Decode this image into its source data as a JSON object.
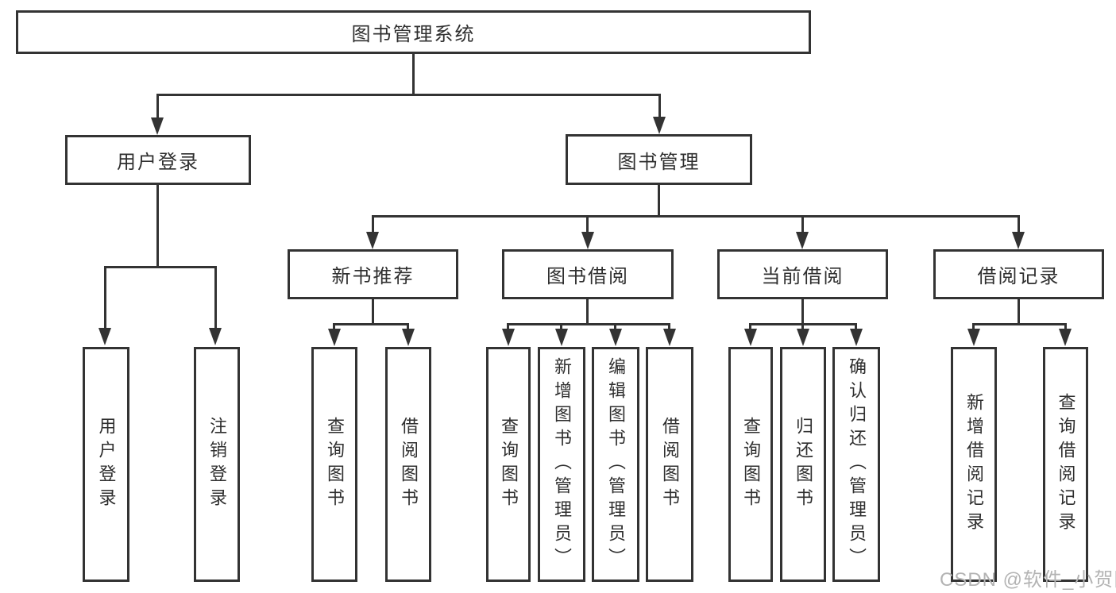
{
  "root_label": "图书管理系统",
  "level2": [
    {
      "label": "用户登录"
    },
    {
      "label": "图书管理"
    }
  ],
  "level3": [
    {
      "label": "新书推荐"
    },
    {
      "label": "图书借阅"
    },
    {
      "label": "当前借阅"
    },
    {
      "label": "借阅记录"
    }
  ],
  "leaves": {
    "user_login": [
      "用户登录",
      "注销登录"
    ],
    "new_book_recommend": [
      "查询图书",
      "借阅图书"
    ],
    "book_borrow": [
      "查询图书",
      "新增图书（管理员）",
      "编辑图书（管理员）",
      "借阅图书"
    ],
    "current_borrow": [
      "查询图书",
      "归还图书",
      "确认归还（管理员）"
    ],
    "borrow_record": [
      "新增借阅记录",
      "查询借阅记录"
    ]
  },
  "watermark": "CSDN @软件_小贺同学",
  "colors": {
    "line": "#333333",
    "text": "#2f2f2f",
    "box_background": "#ffffff",
    "watermark": "#b3b3b3",
    "page_background": "#ffffff"
  }
}
